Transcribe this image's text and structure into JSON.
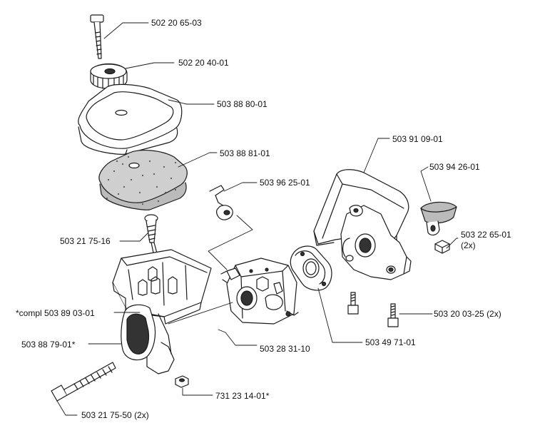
{
  "labels": {
    "p1": "502 20 65-03",
    "p2": "502 20 40-01",
    "p3": "503 88 80-01",
    "p4": "503 88 81-01",
    "p5": "503 96 25-01",
    "p6": "503 21 75-16",
    "p7": "*compl 503 89 03-01",
    "p8": "503 88 79-01*",
    "p9": "503 28 31-10",
    "p10": "731 23 14-01*",
    "p11": "503 21 75-50 (2x)",
    "p12": "503 91 09-01",
    "p13": "503 94 26-01",
    "p14": "503 22 65-01",
    "p14b": "(2x)",
    "p15": "503 20 03-25 (2x)",
    "p16": "503 49 71-01"
  },
  "colors": {
    "line": "#1a1a1a",
    "fill": "#ffffff",
    "shade": "#cfcfcf",
    "dark": "#555555"
  }
}
